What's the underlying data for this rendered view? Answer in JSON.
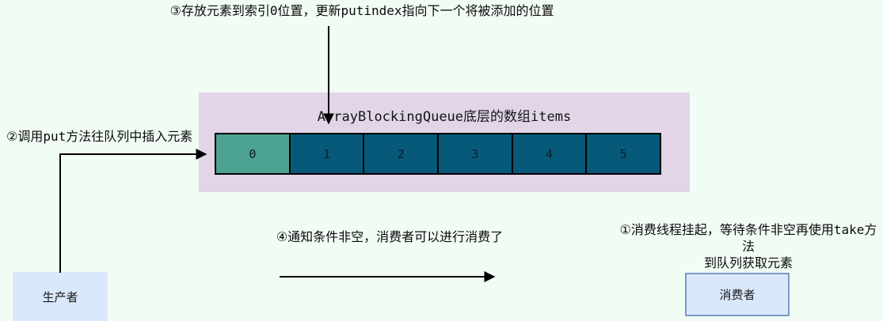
{
  "diagram": {
    "bg_color": "#F1FCF4",
    "arrow_color": "#000000"
  },
  "annotations": {
    "step3": "③存放元素到索引0位置，更新putindex指向下一个将被添加的位置",
    "step2": "②调用put方法往队列中插入元素",
    "step4": "④通知条件非空，消费者可以进行消费了",
    "step1": {
      "line1": "①消费线程挂起，等待条件非空再使用take方法",
      "line2": "到队列获取元素"
    }
  },
  "queue_panel": {
    "title": "ArrayBlockingQueue底层的数组items",
    "bg_color": "#E1D5E7",
    "filled_cell_color": "#4CA290",
    "empty_cell_color": "#07597A",
    "cells": [
      {
        "label": "0",
        "fill": "#4CA290"
      },
      {
        "label": "1",
        "fill": "#07597A"
      },
      {
        "label": "2",
        "fill": "#07597A"
      },
      {
        "label": "3",
        "fill": "#07597A"
      },
      {
        "label": "4",
        "fill": "#07597A"
      },
      {
        "label": "5",
        "fill": "#07597A"
      }
    ]
  },
  "actors": {
    "producer": {
      "label": "生产者",
      "fill": "#DAE8FC"
    },
    "consumer": {
      "label": "消费者",
      "fill": "#DAE8FC",
      "border_color": "#7B9BC8"
    }
  }
}
